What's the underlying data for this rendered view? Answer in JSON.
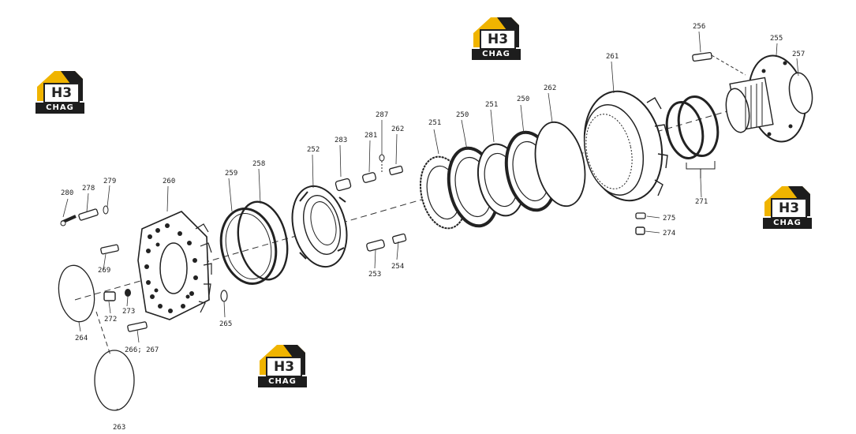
{
  "logo": {
    "mark": "H3",
    "text": "CHAG"
  },
  "labels": {
    "p250": "250",
    "p251": "251",
    "p252": "252",
    "p253": "253",
    "p254": "254",
    "p255": "255",
    "p256": "256",
    "p257": "257",
    "p258": "258",
    "p259": "259",
    "p260": "260",
    "p261": "261",
    "p262": "262",
    "p263": "263",
    "p264": "264",
    "p265": "265",
    "p266": "266; 267",
    "p269": "269",
    "p271": "271",
    "p272": "272",
    "p273": "273",
    "p274": "274",
    "p275": "275",
    "p278": "278",
    "p279": "279",
    "p280": "280",
    "p281": "281",
    "p283": "283",
    "p287": "287"
  },
  "colors": {
    "line": "#222222",
    "logo_accent": "#f0b400",
    "logo_dark": "#1d1d1d"
  }
}
